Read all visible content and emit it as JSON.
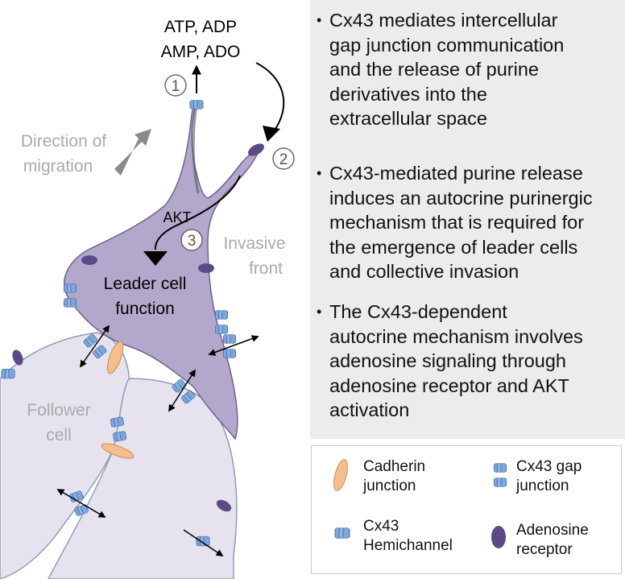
{
  "diagram": {
    "purines": [
      "ATP, ADP",
      "AMP, ADO"
    ],
    "step_markers": [
      "1",
      "2",
      "3"
    ],
    "direction_label": [
      "Direction of",
      "migration"
    ],
    "akt_label": "AKT",
    "leader_function": [
      "Leader cell",
      "function"
    ],
    "invasive_front": [
      "Invasive",
      "front"
    ],
    "follower_cell": [
      "Follower",
      "cell"
    ]
  },
  "info": {
    "bullets": [
      [
        "Cx43 mediates intercellular",
        "gap junction communication",
        "and the release of purine",
        "derivatives into the",
        "extracellular space"
      ],
      [
        "Cx43-mediated purine release",
        "induces an autocrine purinergic",
        "mechanism that is required for",
        "the emergence of leader cells",
        "and collective invasion"
      ],
      [
        "The Cx43-dependent",
        "autocrine mechanism involves",
        "adenosine signaling through",
        "adenosine receptor and AKT",
        "activation"
      ]
    ]
  },
  "legend": {
    "cadherin": [
      "Cadherin",
      "junction"
    ],
    "gap_junction": [
      "Cx43 gap",
      "junction"
    ],
    "hemichannel": [
      "Cx43",
      "Hemichannel"
    ],
    "receptor": [
      "Adenosine",
      "receptor"
    ]
  },
  "colors": {
    "leader_cell": "#b3a8cc",
    "follower_cell": "#e6e3ee",
    "cx43": "#7ea6dc",
    "cadherin": "#f5be8c",
    "receptor": "#5b4a86",
    "muted_text": "#aaaaaa",
    "panel": "#ececec"
  }
}
